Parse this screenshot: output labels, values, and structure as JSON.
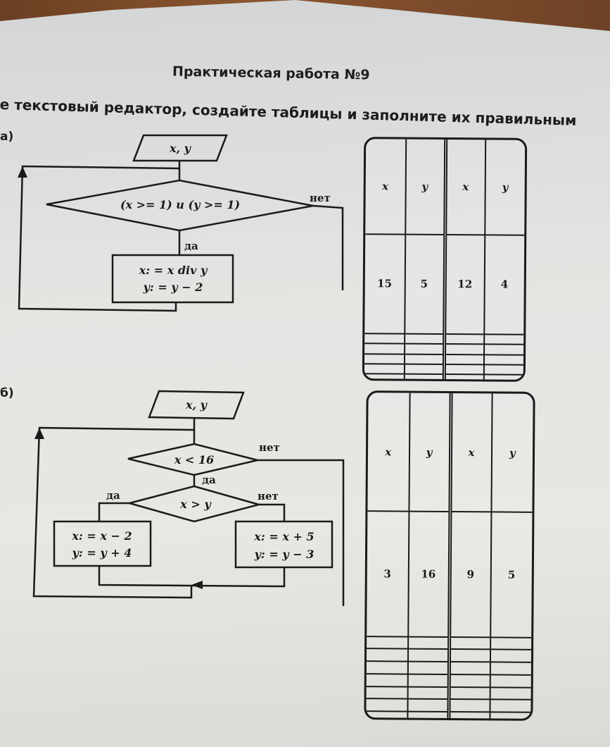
{
  "title": "Практическая работа №9",
  "instruction": "е текстовый редактор, создайте таблицы и заполните их правильным",
  "part_a": {
    "label": "а)",
    "input": "x, y",
    "condition": "(x >= 1) и (y >= 1)",
    "no_label": "нет",
    "yes_label": "да",
    "action_1": "x: = x div y",
    "action_2": "y: = y − 2",
    "table": {
      "headers": [
        "x",
        "y",
        "x",
        "y"
      ],
      "first_row": [
        "15",
        "5",
        "12",
        "4"
      ],
      "empty_rows": 5
    }
  },
  "part_b": {
    "label": "б)",
    "input": "x, y",
    "condition_1": "x < 16",
    "condition_1_no": "нет",
    "condition_1_yes": "да",
    "condition_2": "x > y",
    "condition_2_yes": "да",
    "condition_2_no": "нет",
    "left_action_1": "x: = x − 2",
    "left_action_2": "y: = y + 4",
    "right_action_1": "x: = x + 5",
    "right_action_2": "y: = y − 3",
    "table": {
      "headers": [
        "x",
        "y",
        "x",
        "y"
      ],
      "first_row": [
        "3",
        "16",
        "9",
        "5"
      ],
      "empty_rows": 7
    }
  }
}
